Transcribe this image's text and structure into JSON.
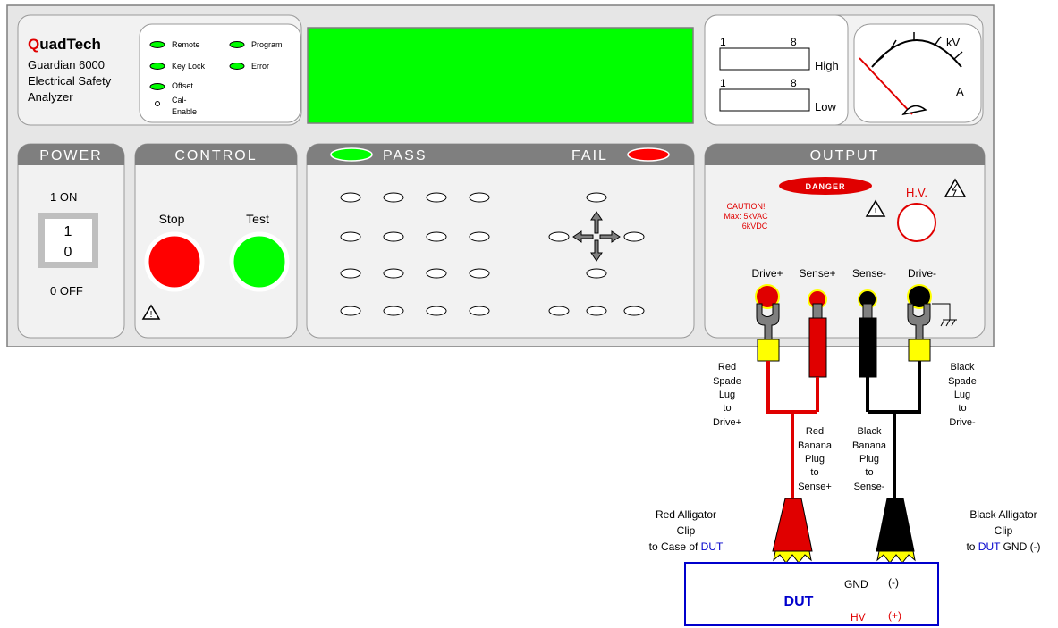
{
  "brand": {
    "first_letter": "Q",
    "rest": "uadTech",
    "model": "Guardian 6000",
    "desc_line1": "Electrical Safety",
    "desc_line2": "Analyzer"
  },
  "indicators": {
    "remote": "Remote",
    "key_lock": "Key Lock",
    "offset": "Offset",
    "cal_line1": "Cal-",
    "cal_line2": "Enable",
    "program": "Program",
    "error": "Error"
  },
  "limits": {
    "high_start": "1",
    "high_end": "8",
    "high_label": "High",
    "low_start": "1",
    "low_end": "8",
    "low_label": "Low"
  },
  "meter": {
    "unit_kv": "kV",
    "unit_a": "A"
  },
  "power": {
    "title": "POWER",
    "on_label": "1  ON",
    "off_label": "0  OFF",
    "switch_on": "1",
    "switch_off": "0"
  },
  "control": {
    "title": "CONTROL",
    "stop_label": "Stop",
    "test_label": "Test"
  },
  "status": {
    "pass_label": "PASS",
    "fail_label": "FAIL"
  },
  "output": {
    "title": "OUTPUT",
    "danger": "DANGER",
    "caution_line1": "CAUTION!",
    "caution_line2": "Max: 5kVAC",
    "caution_line3": "6kVDC",
    "hv_label": "H.V.",
    "drive_plus": "Drive+",
    "sense_plus": "Sense+",
    "sense_minus": "Sense-",
    "drive_minus": "Drive-"
  },
  "labels": {
    "red_spade": [
      "Red",
      "Spade",
      "Lug",
      "to",
      "Drive+"
    ],
    "red_banana": [
      "Red",
      "Banana",
      "Plug",
      "to",
      "Sense+"
    ],
    "black_banana": [
      "Black",
      "Banana",
      "Plug",
      "to",
      "Sense-"
    ],
    "black_spade": [
      "Black",
      "Spade",
      "Lug",
      "to",
      "Drive-"
    ],
    "red_clip_line1": "Red Alligator",
    "red_clip_line2": "Clip",
    "red_clip_line3_prefix": "to Case of ",
    "black_clip_line1": "Black Alligator",
    "black_clip_line2": "Clip",
    "black_clip_line3_prefix": "to ",
    "black_clip_line3_suffix": " GND (-)",
    "dut_word": "DUT"
  },
  "dut": {
    "title": "DUT",
    "gnd": "GND",
    "minus": "(-)",
    "hv": "HV",
    "plus": "(+)"
  },
  "colors": {
    "panel": "#e6e6e6",
    "section": "#f2f2f2",
    "header": "#7f7f7f",
    "green": "#00ff00",
    "red": "#ff0000",
    "dut_blue": "#0000cc",
    "yellow": "#ffff00"
  }
}
